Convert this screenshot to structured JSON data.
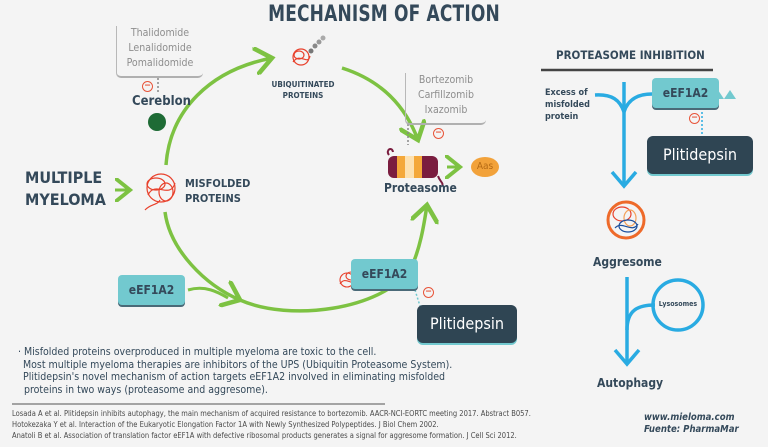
{
  "title": "MECHANISM OF ACTION",
  "left_diagram": {
    "disease_label": [
      "MULTIPLE",
      "MYELOMA"
    ],
    "misfolded_label": [
      "MISFOLDED",
      "PROTEINS"
    ],
    "ubiquitinated_label": [
      "UBIQUITINATED",
      "PROTEINS"
    ],
    "imids_drugs": [
      "Thalidomide",
      "Lenalidomide",
      "Pomalidomide"
    ],
    "cereblon_label": "Cereblon",
    "proteasome_inhibitors": [
      "Bortezomib",
      "Carfillzomib",
      "Ixazomib"
    ],
    "proteasome_label": "Proteasome",
    "aas_label": "Aas",
    "eef_left_label": "eEF1A2",
    "eef_right_label": "eEF1A2",
    "plitidepsin_label": "Plitidepsin",
    "inhibit_symbol": "−"
  },
  "right_diagram": {
    "header": "PROTEASOME INHIBITION",
    "excess_label": [
      "Excess of",
      "misfolded",
      "protein"
    ],
    "eef_label": "eEF1A2",
    "upregulation_icon": "double-up-arrow",
    "plitidepsin_label": "Plitidepsin",
    "aggresome_label": "Aggresome",
    "lysosomes_label": "Lysosomes",
    "autophagy_label": "Autophagy",
    "inhibit_symbol": "−"
  },
  "description": [
    "· Misfolded proteins overproduced in multiple myeloma are toxic to the cell.",
    "Most multiple myeloma therapies are inhibitors of the UPS (Ubiquitin Proteasome System).",
    "Plitidepsin's novel mechanism of action targets eEF1A2 involved in eliminating misfolded",
    "proteins in two ways (proteasome and aggresome)."
  ],
  "references": [
    "Losada A et al. Plitidepsin inhibits autophagy, the main mechanism of acquired resistance to bortezomib. AACR-NCI-EORTC meeting 2017. Abstract B057.",
    "Hotokezaka Y et al. Interaction of the Eukaryotic Elongation Factor 1A with Newly Synthesized Polypeptides. J Biol Chem 2002.",
    "Anatoli B et al. Association of translation factor eEF1A with defective ribosomal products generates a signal for aggresome formation. J Cell Sci 2012."
  ],
  "footer": {
    "website": "www.mieloma.com",
    "source": "Fuente: PharmaMar"
  },
  "colors": {
    "cycle_arrow": "#7dc242",
    "pathway_arrow": "#29abe2",
    "eef_box": "#72c9cf",
    "plitidepsin_box": "#2f4553",
    "inhibit": "#e8553a",
    "protein_tangle": "#e8412c",
    "cereblon": "#1e6b35",
    "aas": "#f2a23a"
  }
}
